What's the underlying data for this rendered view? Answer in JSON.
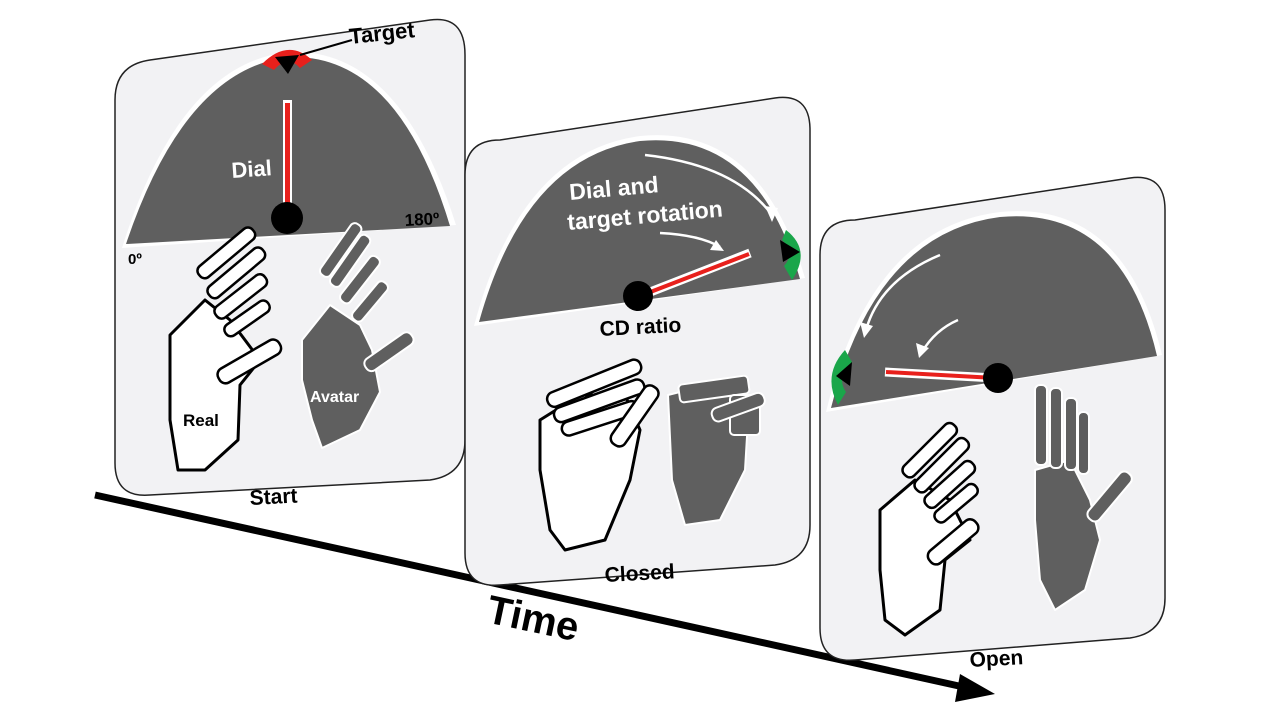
{
  "panels": [
    {
      "id": "start",
      "caption": "Start",
      "target_label": "Target",
      "dial_label": "Dial",
      "angle_left": "0º",
      "angle_right": "180º",
      "hand_real_label": "Real",
      "hand_avatar_label": "Avatar",
      "target_color": "#e8201c"
    },
    {
      "id": "closed",
      "caption": "Closed",
      "rotation_label_line1": "Dial and",
      "rotation_label_line2": "target rotation",
      "cd_ratio_label": "CD ratio",
      "target_color": "#1aa64a"
    },
    {
      "id": "open",
      "caption": "Open",
      "target_color": "#1aa64a"
    }
  ],
  "time_label": "Time",
  "colors": {
    "panel_bg": "#f2f2f4",
    "dial_face": "#5f5f5f",
    "needle": "#e8201c",
    "hub": "#000000",
    "avatar_hand": "#5f5f5f",
    "axis": "#000000"
  }
}
